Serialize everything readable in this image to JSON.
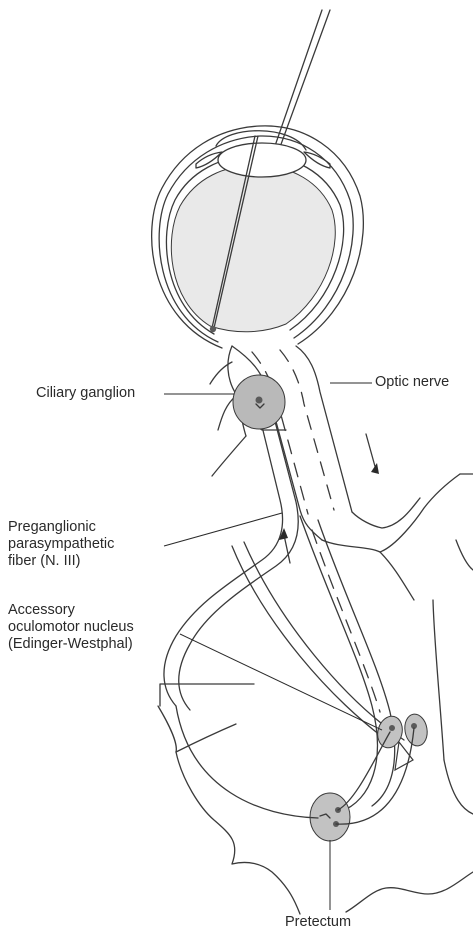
{
  "labels": {
    "optic_nerve": "Optic nerve",
    "ciliary_ganglion": "Ciliary ganglion",
    "preganglionic": [
      "Preganglionic",
      "parasympathetic",
      "fiber (N. III)"
    ],
    "accessory_nucleus": [
      "Accessory",
      "oculomotor nucleus",
      "(Edinger-Westphal)"
    ],
    "pretectum": "Pretectum"
  },
  "colors": {
    "line": "#3a3a3a",
    "eye_fill": "#e9e9e9",
    "ganglion_fill": "#b9b9b9",
    "nucleus_fill": "#c2c2c2",
    "neuron_dot": "#5a5a5a"
  }
}
